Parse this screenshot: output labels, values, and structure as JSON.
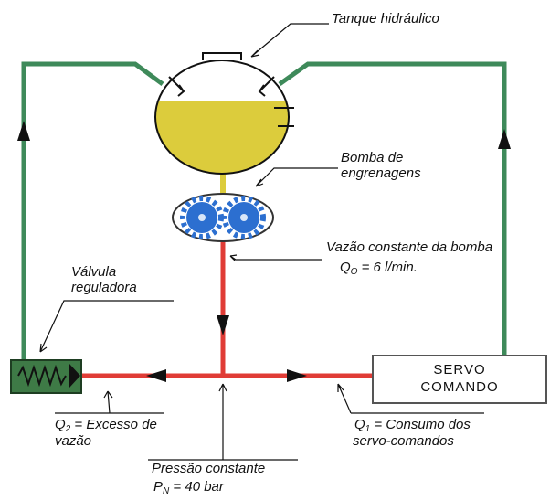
{
  "colors": {
    "green_return": "#3e8a5a",
    "red_pressure": "#e03c36",
    "oil": "#dccc3c",
    "gear": "#2c6fd0",
    "valve": "#3e7a46",
    "servo_border": "#555555"
  },
  "labels": {
    "tank": "Tanque hidráulico",
    "pump_line1": "Bomba de",
    "pump_line2": "engrenagens",
    "flow_line1": "Vazão constante da bomba",
    "flow_q": "Q",
    "flow_q_sub": "O",
    "flow_value": "=  6 l/min.",
    "valve_line1": "Válvula",
    "valve_line2": "reguladora",
    "servo_line1": "SERVO",
    "servo_line2": "COMANDO",
    "q2": "Q",
    "q2_sub": "2",
    "q2_text": "=  Excesso de",
    "q2_line2": "vazão",
    "q1": "Q",
    "q1_sub": "1",
    "q1_text": "=  Consumo dos",
    "q1_line2": "servo-comandos",
    "pressure_line1": "Pressão constante",
    "pn": "P",
    "pn_sub": "N",
    "pn_value": "= 40 bar"
  },
  "icons": [
    "gear-icon",
    "spring-icon",
    "arrow-icon"
  ]
}
